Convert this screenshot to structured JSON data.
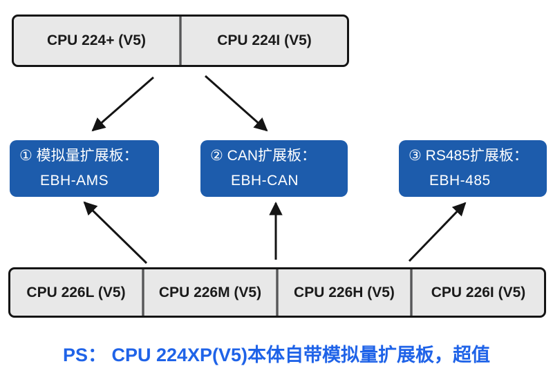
{
  "colors": {
    "board_blue": "#1d5cac",
    "note_blue": "#1f63e8",
    "bar_gray": "#e8e8e8",
    "line_black": "#141414"
  },
  "top_row": {
    "cells": [
      "CPU 224+ (V5)",
      "CPU 224I (V5)"
    ]
  },
  "boards": [
    {
      "label": "① 模拟量扩展板：",
      "model": "EBH-AMS"
    },
    {
      "label": "② CAN扩展板：",
      "model": "EBH-CAN"
    },
    {
      "label": "③ RS485扩展板：",
      "model": "EBH-485"
    }
  ],
  "bottom_row": {
    "cells": [
      "CPU 226L (V5)",
      "CPU 226M (V5)",
      "CPU 226H (V5)",
      "CPU 226I (V5)"
    ]
  },
  "note": "PS： CPU 224XP(V5)本体自带模拟量扩展板，超值"
}
